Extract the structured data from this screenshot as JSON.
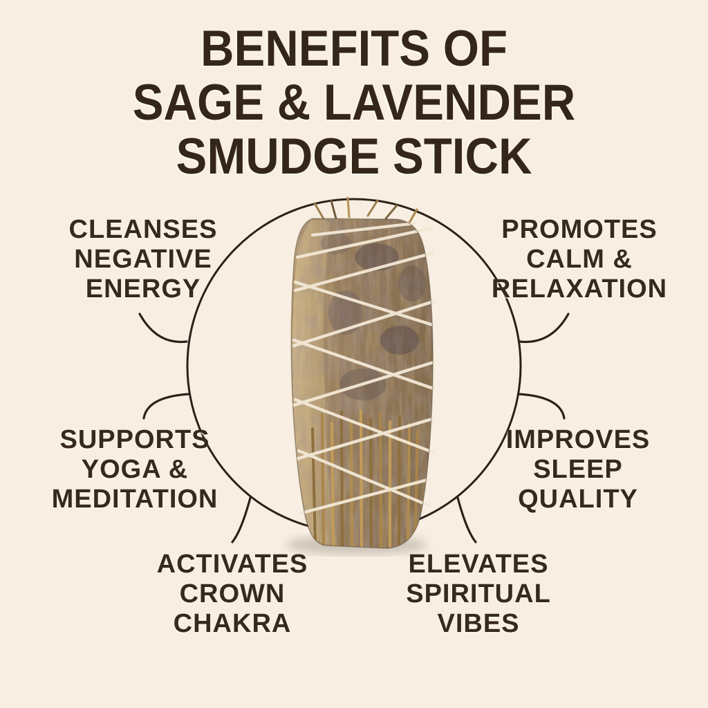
{
  "page": {
    "background_color": "#f8efe2",
    "text_color": "#35261a",
    "line_color": "#2b211a"
  },
  "title": {
    "lines": [
      "BENEFITS OF",
      "SAGE & LAVENDER",
      "SMUDGE STICK"
    ]
  },
  "benefits": [
    {
      "id": "cleanses-negative-energy",
      "position": "top-left",
      "lines": [
        "CLEANSES",
        "NEGATIVE",
        "ENERGY"
      ]
    },
    {
      "id": "promotes-calm-relaxation",
      "position": "top-right",
      "lines": [
        "PROMOTES",
        "CALM &",
        "RELAXATION"
      ]
    },
    {
      "id": "supports-yoga-meditation",
      "position": "middle-left",
      "lines": [
        "SUPPORTS",
        "YOGA &",
        "MEDITATION"
      ]
    },
    {
      "id": "improves-sleep-quality",
      "position": "middle-right",
      "lines": [
        "IMPROVES",
        "SLEEP",
        "QUALITY"
      ]
    },
    {
      "id": "activates-crown-chakra",
      "position": "bottom-left",
      "lines": [
        "ACTIVATES",
        "CROWN",
        "CHAKRA"
      ]
    },
    {
      "id": "elevates-spiritual-vibes",
      "position": "bottom-right",
      "lines": [
        "ELEVATES",
        "SPIRITUAL",
        "VIBES"
      ]
    }
  ],
  "center_image": {
    "name": "smudge-stick-photo",
    "description": "Sage and lavender smudge stick bundle wrapped in white string inside a thin circle",
    "string_color": "#f2e8d5",
    "herb_colors": [
      "#bfa478",
      "#93795a",
      "#5d4f55",
      "#b08d4f"
    ]
  }
}
